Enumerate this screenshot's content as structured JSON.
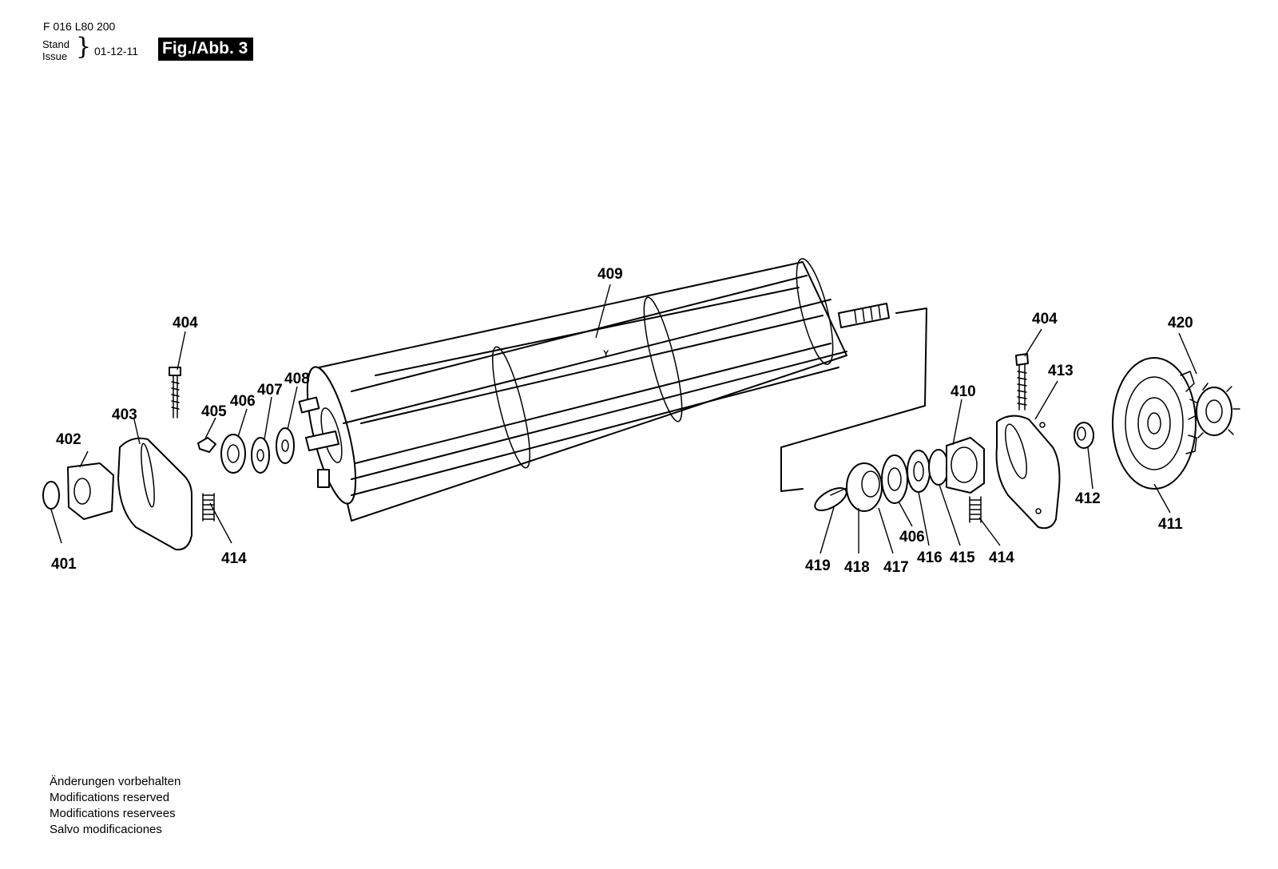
{
  "header": {
    "part_number": "F 016 L80 200",
    "stand_label": "Stand",
    "issue_label": "Issue",
    "issue_date": "01-12-11",
    "figure_label": "Fig./Abb. 3"
  },
  "notes": [
    "Änderungen vorbehalten",
    "Modifications reserved",
    "Modifications reservees",
    "Salvo modificaciones"
  ],
  "callouts": [
    {
      "id": "401-left",
      "label": "401"
    },
    {
      "id": "402-left",
      "label": "402"
    },
    {
      "id": "403-left",
      "label": "403"
    },
    {
      "id": "404-left",
      "label": "404"
    },
    {
      "id": "405-left",
      "label": "405"
    },
    {
      "id": "406-left",
      "label": "406"
    },
    {
      "id": "407-left",
      "label": "407"
    },
    {
      "id": "408-left",
      "label": "408"
    },
    {
      "id": "414-left",
      "label": "414"
    },
    {
      "id": "409",
      "label": "409"
    },
    {
      "id": "410",
      "label": "410"
    },
    {
      "id": "404-right",
      "label": "404"
    },
    {
      "id": "413",
      "label": "413"
    },
    {
      "id": "420",
      "label": "420"
    },
    {
      "id": "412",
      "label": "412"
    },
    {
      "id": "411",
      "label": "411"
    },
    {
      "id": "419",
      "label": "419"
    },
    {
      "id": "418",
      "label": "418"
    },
    {
      "id": "417",
      "label": "417"
    },
    {
      "id": "406-right",
      "label": "406"
    },
    {
      "id": "416",
      "label": "416"
    },
    {
      "id": "415",
      "label": "415"
    },
    {
      "id": "414-right",
      "label": "414"
    }
  ]
}
